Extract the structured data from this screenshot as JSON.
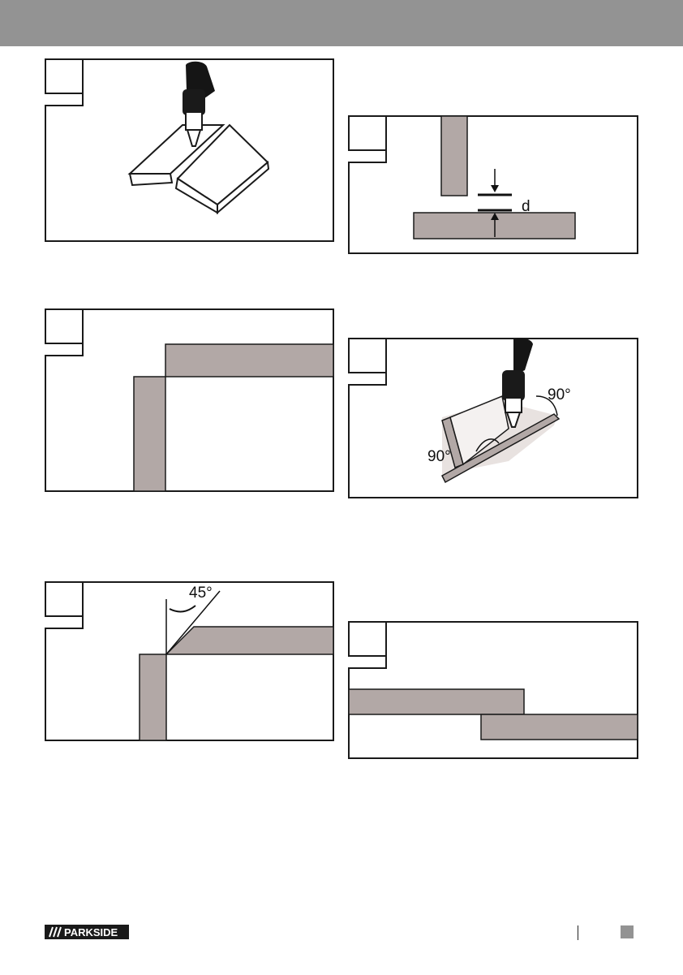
{
  "colors": {
    "header_band": "#939393",
    "material": "#b2a8a6",
    "outline": "#1a1a1a",
    "page_marker": "#939393"
  },
  "figures": {
    "gap_label": "d",
    "angle_45": "45°",
    "angle_90_right": "90°",
    "angle_90_left": "90°"
  },
  "footer": {
    "brand": "PARKSIDE"
  }
}
